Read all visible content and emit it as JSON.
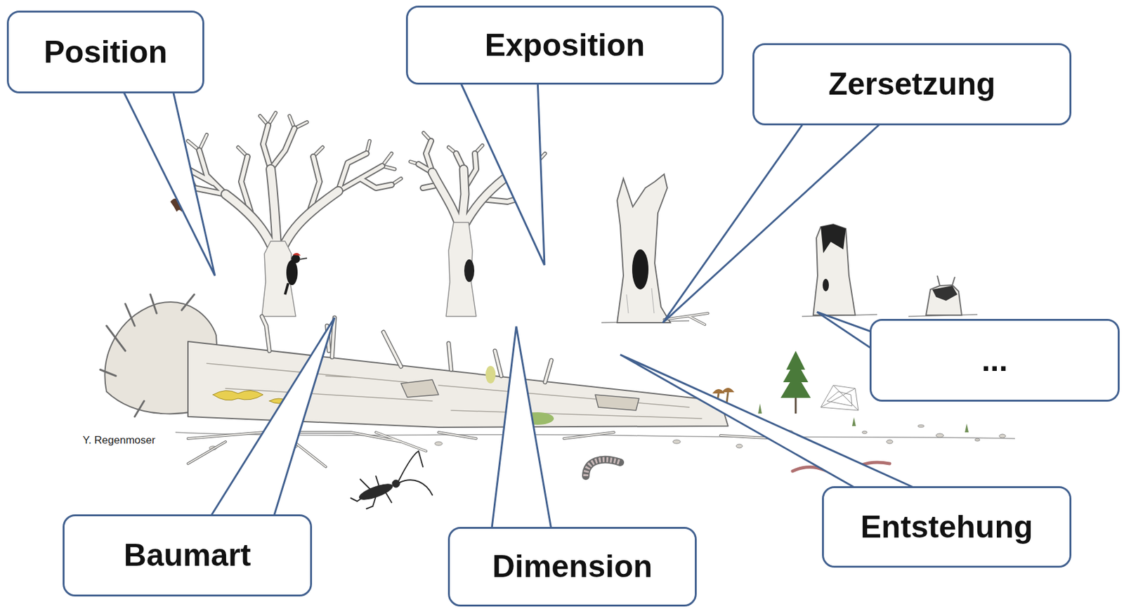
{
  "diagram": {
    "nodes": [
      {
        "text": [
          "Position"
        ]
      },
      {
        "text": [
          "Exposition"
        ]
      },
      {
        "text": [
          "Zersetzung"
        ]
      },
      {
        "text": [
          "..."
        ]
      },
      {
        "text": [
          "Baumart"
        ]
      },
      {
        "text": [
          "Dimension"
        ]
      },
      {
        "text": [
          "Entstehung"
        ]
      }
    ],
    "labels": [
      "Y. Regenmoser"
    ]
  }
}
